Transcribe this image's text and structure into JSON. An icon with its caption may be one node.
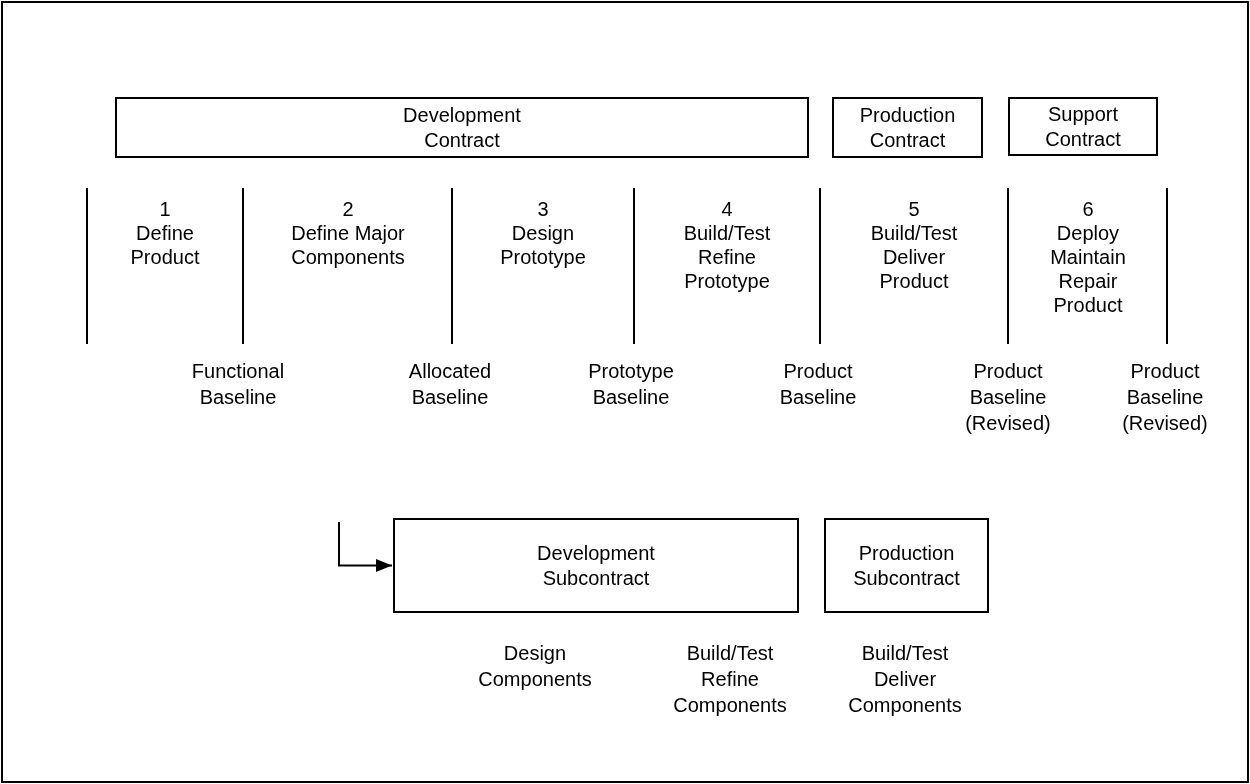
{
  "diagram": {
    "nodes": [
      {
        "text": [
          "Development Contract"
        ]
      },
      {
        "text": [
          "Production Contract"
        ]
      },
      {
        "text": [
          "Support Contract"
        ]
      },
      {
        "text": [
          "Development Subcontract"
        ]
      },
      {
        "text": [
          "Production Subcontract"
        ]
      }
    ],
    "edges": [
      {
        "from": null,
        "to": 3,
        "arrow": "to"
      }
    ],
    "labels": [
      "1",
      "Define Product",
      "2",
      "Define Major Components",
      "3",
      "Design Prototype",
      "4",
      "Build/Test Refine Prototype",
      "5",
      "Build/Test Deliver Product",
      "6",
      "Deploy Maintain Repair Product",
      "Functional Baseline",
      "Allocated Baseline",
      "Prototype Baseline",
      "Product Baseline",
      "Product Baseline (Revised)",
      "Product Baseline (Revised)",
      "Design Components",
      "Build/Test Refine Components",
      "Build/Test Deliver Components"
    ]
  }
}
